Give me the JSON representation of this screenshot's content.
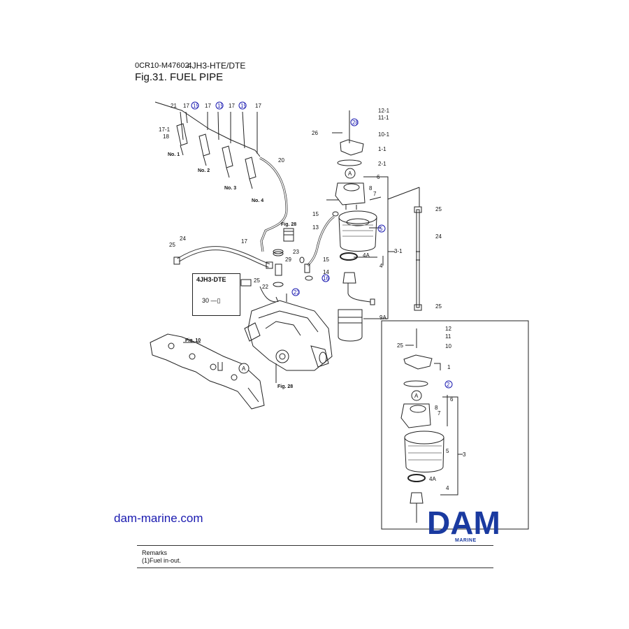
{
  "header": {
    "doc_code": "0CR10-M47602",
    "model": "4JH3-HTE/DTE",
    "figure_title": "Fig.31.  FUEL PIPE"
  },
  "callouts": [
    {
      "id": "c21",
      "text": "21"
    },
    {
      "id": "c17a",
      "text": "17"
    },
    {
      "id": "c19a",
      "text": "19"
    },
    {
      "id": "c17b",
      "text": "17"
    },
    {
      "id": "c19b",
      "text": "19"
    },
    {
      "id": "c17c",
      "text": "17"
    },
    {
      "id": "c19c",
      "text": "19"
    },
    {
      "id": "c17d",
      "text": "17"
    },
    {
      "id": "c17_1",
      "text": "17-1"
    },
    {
      "id": "c18",
      "text": "18"
    },
    {
      "id": "cno1",
      "text": "No. 1"
    },
    {
      "id": "cno2",
      "text": "No. 2"
    },
    {
      "id": "cno3",
      "text": "No. 3"
    },
    {
      "id": "cno4",
      "text": "No. 4"
    },
    {
      "id": "c20",
      "text": "20"
    },
    {
      "id": "cfig28a",
      "text": "Fig. 28"
    },
    {
      "id": "c17e",
      "text": "17"
    },
    {
      "id": "c23a",
      "text": "23"
    },
    {
      "id": "c24",
      "text": "24"
    },
    {
      "id": "c25a",
      "text": "25"
    },
    {
      "id": "c25b",
      "text": "25"
    },
    {
      "id": "c22",
      "text": "22"
    },
    {
      "id": "c23b",
      "text": "23"
    },
    {
      "id": "cfig10",
      "text": "Fig. 10"
    },
    {
      "id": "cfig28b",
      "text": "Fig. 28"
    },
    {
      "id": "cA1",
      "text": "A"
    },
    {
      "id": "c12_1",
      "text": "12-1"
    },
    {
      "id": "c11_1",
      "text": "11-1"
    },
    {
      "id": "c28",
      "text": "28"
    },
    {
      "id": "c26",
      "text": "26"
    },
    {
      "id": "c10_1",
      "text": "10-1"
    },
    {
      "id": "c1_1",
      "text": "1-1"
    },
    {
      "id": "c2_1",
      "text": "2-1"
    },
    {
      "id": "cA2",
      "text": "A"
    },
    {
      "id": "c6a",
      "text": "6"
    },
    {
      "id": "c8a",
      "text": "8"
    },
    {
      "id": "c7a",
      "text": "7"
    },
    {
      "id": "c15a",
      "text": "15"
    },
    {
      "id": "c13",
      "text": "13"
    },
    {
      "id": "c5a",
      "text": "5"
    },
    {
      "id": "c29",
      "text": "29"
    },
    {
      "id": "c15b",
      "text": "15"
    },
    {
      "id": "c14",
      "text": "14"
    },
    {
      "id": "c16",
      "text": "16"
    },
    {
      "id": "c4Aa",
      "text": "4A"
    },
    {
      "id": "c4a",
      "text": "4"
    },
    {
      "id": "c3_1",
      "text": "3-1"
    },
    {
      "id": "c9A",
      "text": "9A"
    },
    {
      "id": "c25c",
      "text": "25"
    },
    {
      "id": "c24b",
      "text": "24"
    },
    {
      "id": "c25d",
      "text": "25"
    },
    {
      "id": "c12",
      "text": "12"
    },
    {
      "id": "c11",
      "text": "11"
    },
    {
      "id": "c25e",
      "text": "25"
    },
    {
      "id": "c10",
      "text": "10"
    },
    {
      "id": "c1",
      "text": "1"
    },
    {
      "id": "c2",
      "text": "2"
    },
    {
      "id": "cA3",
      "text": "A"
    },
    {
      "id": "c6b",
      "text": "6"
    },
    {
      "id": "c8b",
      "text": "8"
    },
    {
      "id": "c7b",
      "text": "7"
    },
    {
      "id": "c5b",
      "text": "5"
    },
    {
      "id": "c3",
      "text": "3"
    },
    {
      "id": "c4Ab",
      "text": "4A"
    },
    {
      "id": "c4b",
      "text": "4"
    }
  ],
  "inset": {
    "title": "4JH3-DTE",
    "item": "30",
    "item_symbol": "—▯"
  },
  "website": "dam-marine.com",
  "logo": {
    "text": "DAM",
    "subtitle": "MARINE",
    "color": "#1a3aa0"
  },
  "remarks": {
    "heading": "Remarks",
    "line1": "(1)Fuel in-out."
  },
  "colors": {
    "circled_callout": "#1a1ab0",
    "logo_blue": "#1a3aa0"
  }
}
